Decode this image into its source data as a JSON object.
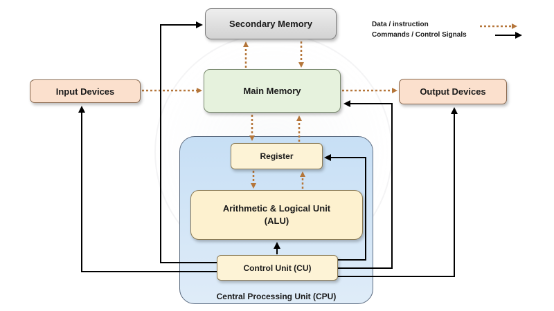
{
  "legend": {
    "data_label": "Data / instruction",
    "command_label": "Commands / Control Signals"
  },
  "nodes": {
    "secondary_memory": "Secondary Memory",
    "main_memory": "Main Memory",
    "input_devices": "Input Devices",
    "output_devices": "Output Devices",
    "register": "Register",
    "alu_line1": "Arithmetic & Logical Unit",
    "alu_line2": "(ALU)",
    "control_unit": "Control Unit (CU)",
    "cpu": "Central Processing Unit (CPU)"
  },
  "colors": {
    "data_arrow": "#b5763a",
    "command_arrow": "#000000",
    "cpu_fill": "#d3e6f7",
    "main_memory_fill": "#e6f2dd",
    "io_fill": "#fbe0cd",
    "unit_fill": "#fdf3d6",
    "secondary_fill": "#e0e0e0"
  }
}
